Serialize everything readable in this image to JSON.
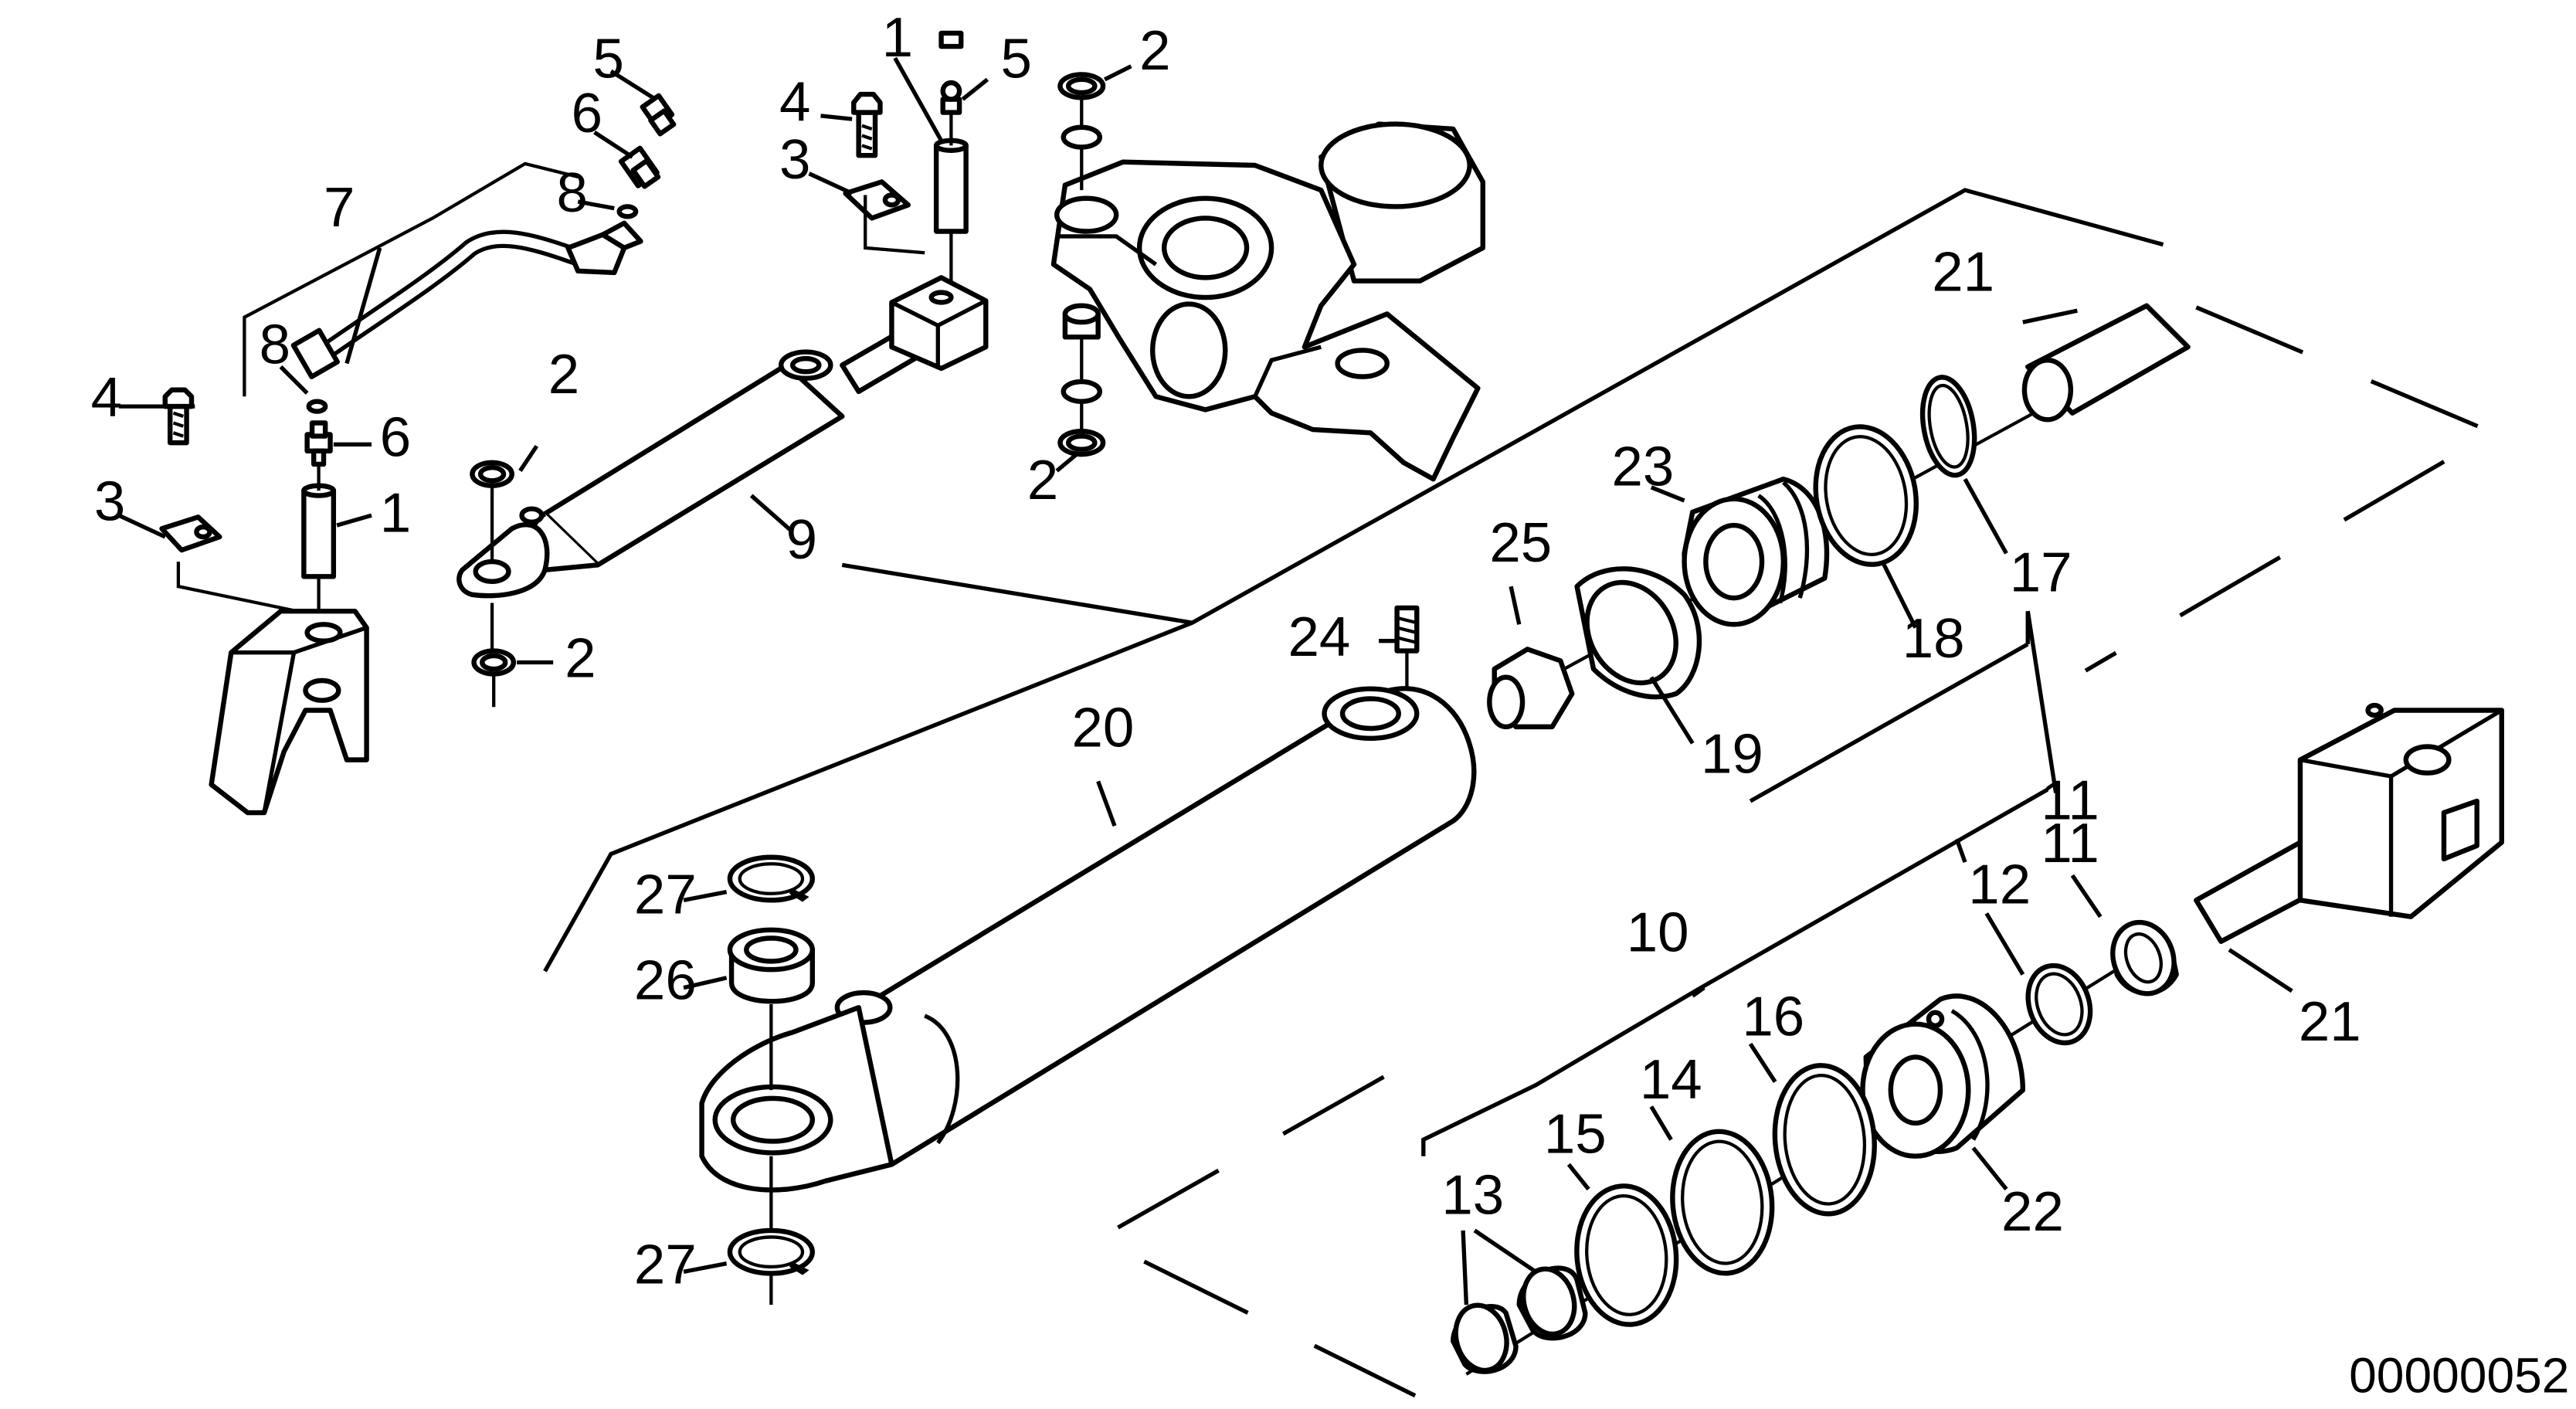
{
  "document_number": "00000052",
  "callouts": {
    "c1a": "1",
    "c1b": "1",
    "c2a": "2",
    "c2b": "2",
    "c2c": "2",
    "c2d": "2",
    "c3a": "3",
    "c3b": "3",
    "c4a": "4",
    "c4b": "4",
    "c5a": "5",
    "c5b": "5",
    "c6a": "6",
    "c6b": "6",
    "c7": "7",
    "c8a": "8",
    "c8b": "8",
    "c9": "9",
    "c10": "10",
    "c11a": "11",
    "c11b": "11",
    "c12": "12",
    "c13": "13",
    "c14": "14",
    "c15": "15",
    "c16": "16",
    "c17": "17",
    "c18": "18",
    "c19": "19",
    "c20": "20",
    "c21a": "21",
    "c21b": "21",
    "c22": "22",
    "c23": "23",
    "c24": "24",
    "c25": "25",
    "c26": "26",
    "c27a": "27",
    "c27b": "27"
  }
}
